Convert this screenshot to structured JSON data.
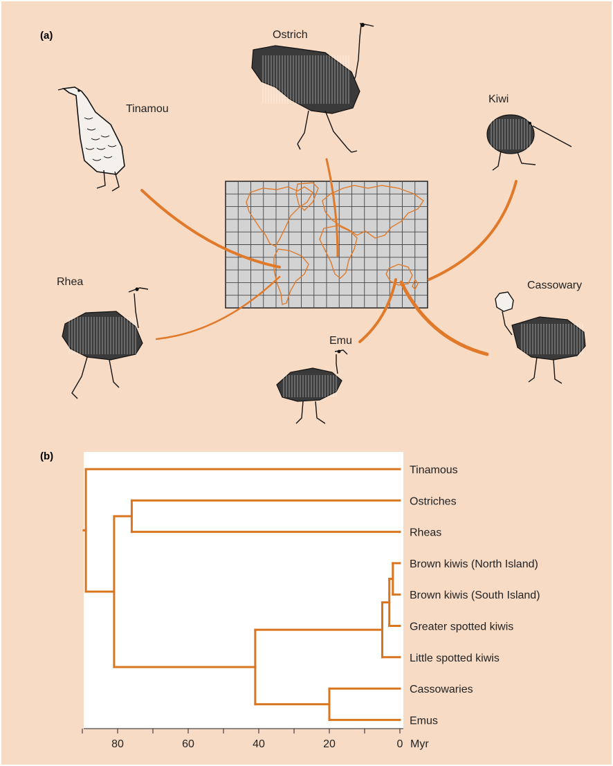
{
  "panel_a": {
    "label": "(a)",
    "birds": [
      {
        "id": "tinamou",
        "name": "Tinamou"
      },
      {
        "id": "ostrich",
        "name": "Ostrich"
      },
      {
        "id": "kiwi",
        "name": "Kiwi"
      },
      {
        "id": "rhea",
        "name": "Rhea"
      },
      {
        "id": "emu",
        "name": "Emu"
      },
      {
        "id": "cassowary",
        "name": "Cassowary"
      }
    ]
  },
  "panel_b": {
    "label": "(b)",
    "axis_unit": "Myr",
    "ticks": [
      "80",
      "60",
      "40",
      "20",
      "0"
    ],
    "taxa": [
      "Tinamous",
      "Ostriches",
      "Rheas",
      "Brown kiwis (North Island)",
      "Brown kiwis (South Island)",
      "Greater spotted kiwis",
      "Little spotted kiwis",
      "Cassowaries",
      "Emus"
    ]
  },
  "colors": {
    "background": "#f7dbc5",
    "tree_panel": "#ffffff",
    "accent": "#e07a2a",
    "map_fill": "#d3d3d3"
  },
  "chart_data": {
    "type": "dendrogram",
    "x_unit": "Myr",
    "x_ticks": [
      80,
      60,
      40,
      20,
      0
    ],
    "tips": [
      "Tinamous",
      "Ostriches",
      "Rheas",
      "Brown kiwis (North Island)",
      "Brown kiwis (South Island)",
      "Greater spotted kiwis",
      "Little spotted kiwis",
      "Cassowaries",
      "Emus"
    ],
    "nodes": [
      {
        "children": [
          "Tinamous",
          "palaeognath-ratites"
        ],
        "age_myr": 89
      },
      {
        "id": "palaeognath-ratites",
        "children": [
          "ostrich-rhea",
          "kiwi-emu-cassowary"
        ],
        "age_myr": 81
      },
      {
        "id": "ostrich-rhea",
        "children": [
          "Ostriches",
          "Rheas"
        ],
        "age_myr": 76
      },
      {
        "id": "kiwi-emu-cassowary",
        "children": [
          "kiwis",
          "emu-cassowary"
        ],
        "age_myr": 41
      },
      {
        "id": "emu-cassowary",
        "children": [
          "Cassowaries",
          "Emus"
        ],
        "age_myr": 20
      },
      {
        "id": "kiwis",
        "children": [
          "kiwis-3",
          "Little spotted kiwis"
        ],
        "age_myr": 5
      },
      {
        "id": "kiwis-3",
        "children": [
          "brown-kiwis",
          "Greater spotted kiwis"
        ],
        "age_myr": 3
      },
      {
        "id": "brown-kiwis",
        "children": [
          "Brown kiwis (North Island)",
          "Brown kiwis (South Island)"
        ],
        "age_myr": 2
      }
    ]
  }
}
